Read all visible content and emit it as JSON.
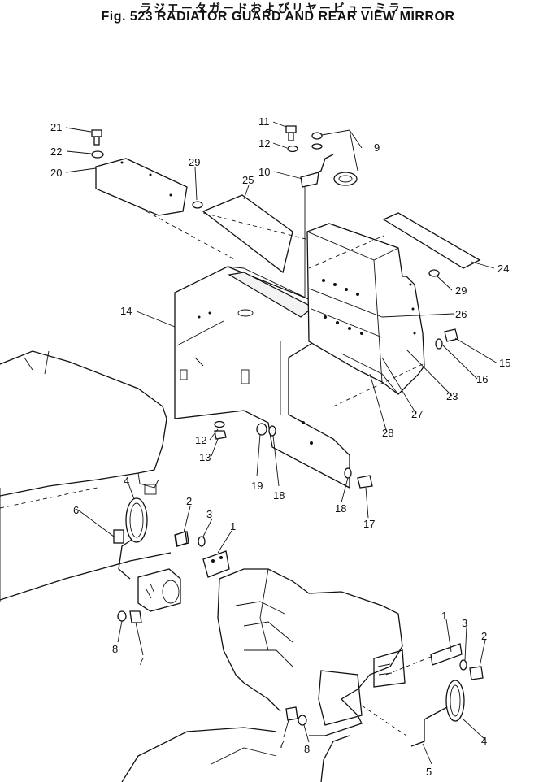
{
  "header": {
    "title_jp": "ラジエータガードおよびリヤービューミラー",
    "title_en": "Fig. 523 RADIATOR GUARD AND REAR VIEW MIRROR"
  },
  "callouts": [
    "21",
    "22",
    "20",
    "29",
    "25",
    "11",
    "12",
    "10",
    "9",
    "24",
    "29",
    "14",
    "26",
    "15",
    "16",
    "23",
    "27",
    "28",
    "12",
    "13",
    "19",
    "18",
    "18",
    "17",
    "4",
    "6",
    "2",
    "3",
    "1",
    "8",
    "7",
    "1",
    "3",
    "2",
    "4",
    "7",
    "8",
    "5"
  ]
}
